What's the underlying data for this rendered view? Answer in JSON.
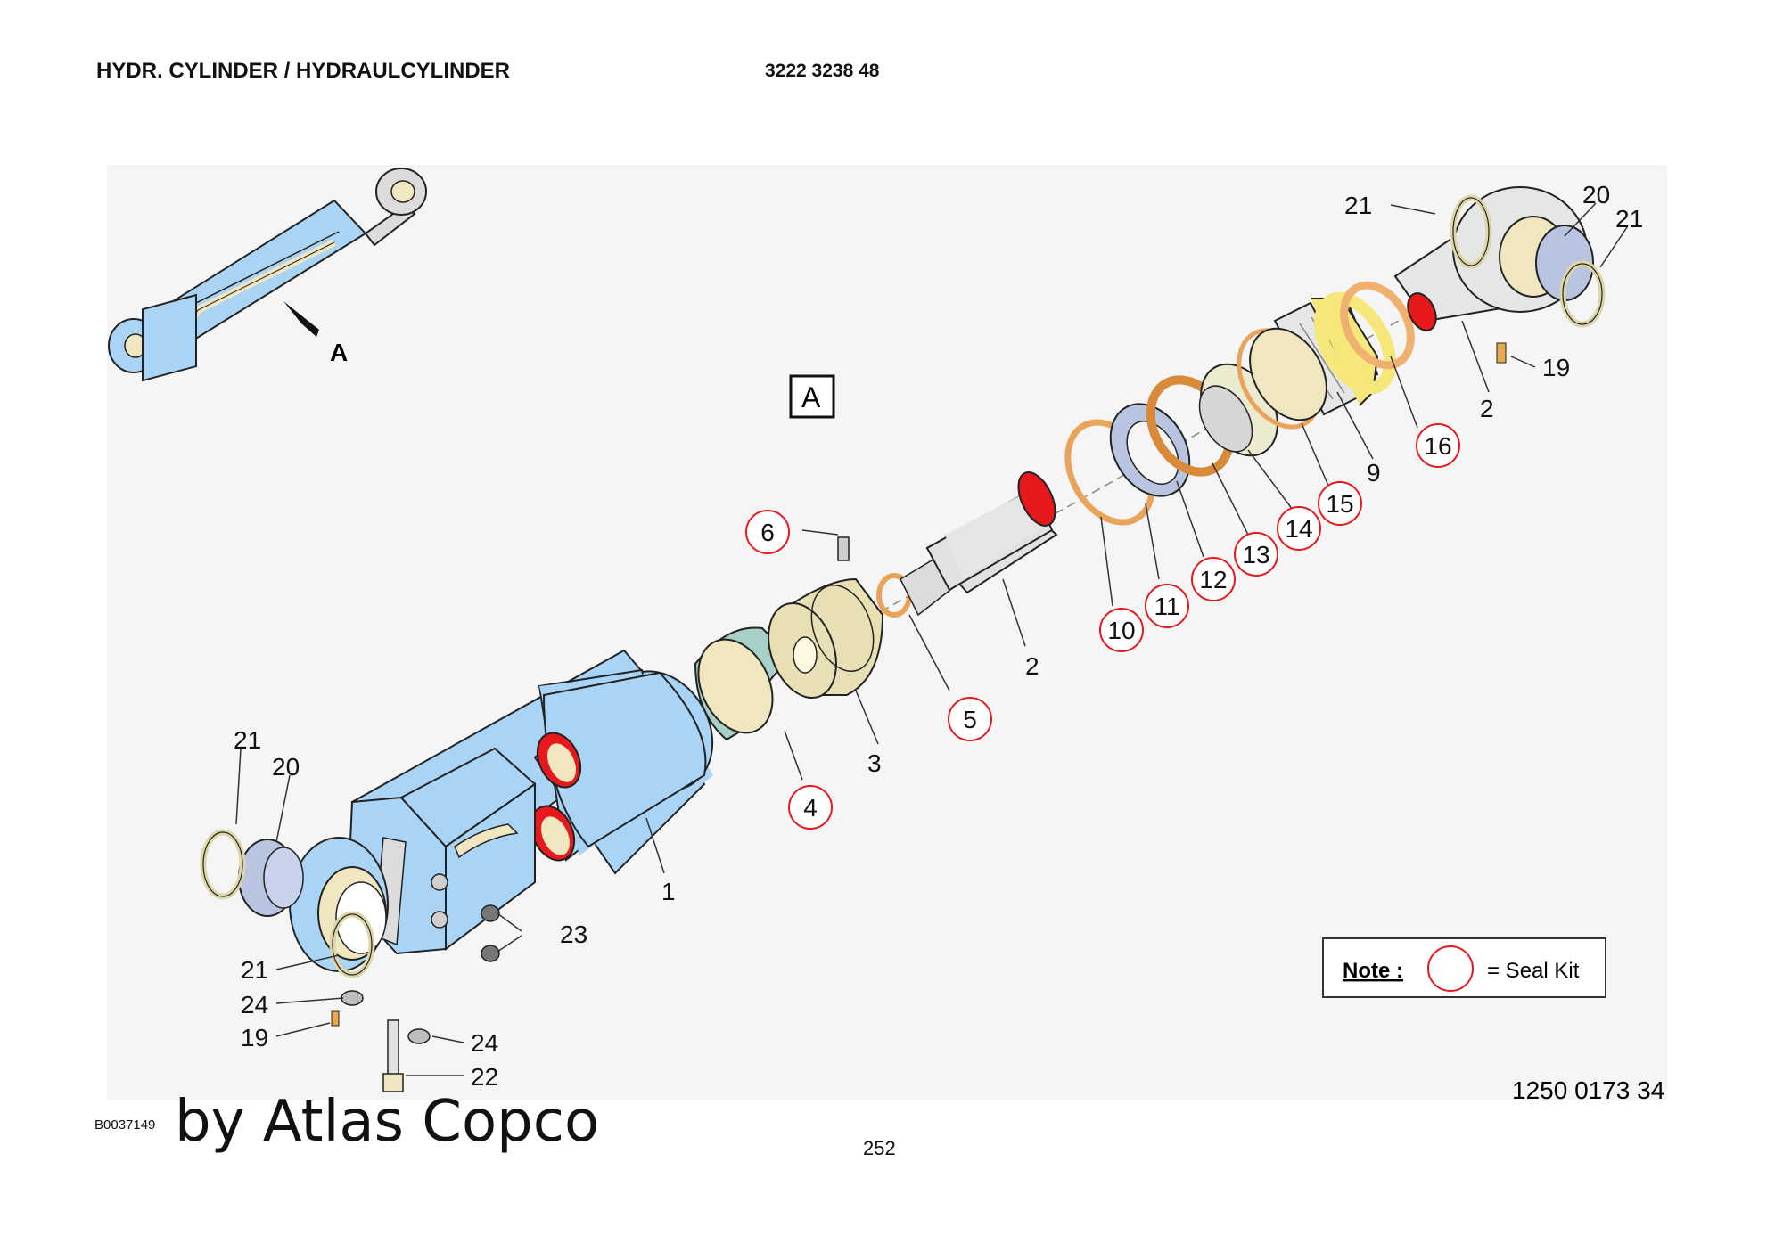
{
  "header": {
    "title": "HYDR. CYLINDER / HYDRAULCYLINDER",
    "part_number": "3222 3238 48"
  },
  "view_label": "A",
  "detail_arrow_label": "A",
  "callouts": {
    "c21_top_left": "21",
    "c20_top": "20",
    "c21_top_right": "21",
    "c19_top": "19",
    "c2_rod_end": "2",
    "c16": "16",
    "c9": "9",
    "c15": "15",
    "c14": "14",
    "c13": "13",
    "c12": "12",
    "c11": "11",
    "c10": "10",
    "c2_rod": "2",
    "c6": "6",
    "c5": "5",
    "c3": "3",
    "c4": "4",
    "c1": "1",
    "c21_left_top": "21",
    "c20_left": "20",
    "c21_left_bottom": "21",
    "c24_left": "24",
    "c19_left": "19",
    "c23": "23",
    "c24_right": "24",
    "c22": "22"
  },
  "note": {
    "label": "Note :",
    "text": "= Seal Kit"
  },
  "figure_number": "1250 0173 34",
  "footer": {
    "doc_id": "B0037149",
    "brand": "by Atlas Copco",
    "page": "252"
  },
  "colors": {
    "cylinder_blue": "#a9d4f5",
    "seal_red": "#e8191c",
    "bronze": "#e9dfb4",
    "steel": "#e1e1e1",
    "orange_seal": "#f0b070",
    "yellow_nut": "#f5e77a"
  }
}
